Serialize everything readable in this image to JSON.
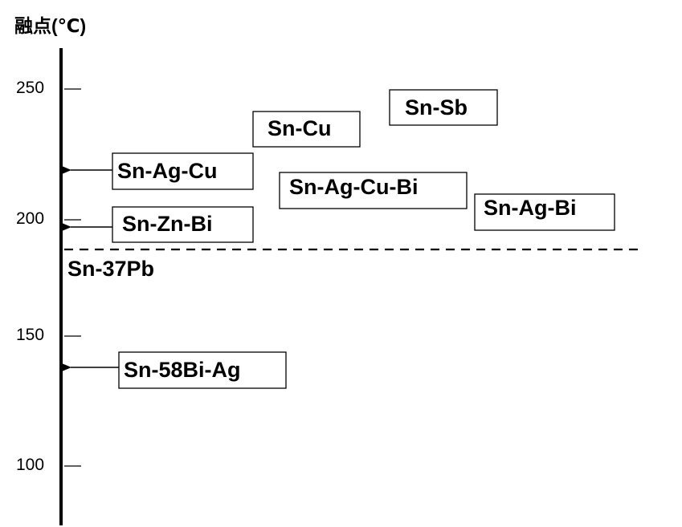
{
  "title": "融点(℃)",
  "axis": {
    "ticks": [
      {
        "value": 250,
        "label": "250"
      },
      {
        "value": 200,
        "label": "200"
      },
      {
        "value": 150,
        "label": "150"
      },
      {
        "value": 100,
        "label": "100"
      }
    ]
  },
  "reference": {
    "label": "Sn-37Pb",
    "style": "dashed"
  },
  "alloys": [
    {
      "label": "Sn-Sb"
    },
    {
      "label": "Sn-Cu"
    },
    {
      "label": "Sn-Ag-Cu",
      "arrow": true
    },
    {
      "label": "Sn-Ag-Cu-Bi"
    },
    {
      "label": "Sn-Ag-Bi"
    },
    {
      "label": "Sn-Zn-Bi",
      "arrow": true
    },
    {
      "label": "Sn-58Bi-Ag",
      "arrow": true
    }
  ]
}
